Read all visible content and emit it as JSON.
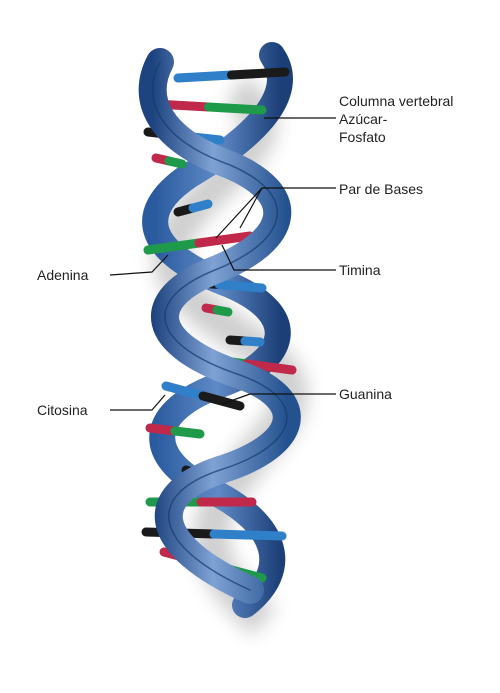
{
  "labels": {
    "backbone_line1": "Columna vertebral",
    "backbone_line2": "Azúcar-",
    "backbone_line3": "Fosfato",
    "base_pair": "Par de Bases",
    "timina": "Timina",
    "guanina": "Guanina",
    "adenina": "Adenina",
    "citosina": "Citosina"
  },
  "colors": {
    "strand": "#2f63a8",
    "strand_dark": "#1d4380",
    "strand_light": "#7fa2d4",
    "adenine": "#1f9a4a",
    "thymine": "#c0294a",
    "guanine": "#1a1a1a",
    "cytosine": "#2f7fc9",
    "leader": "#111111"
  }
}
